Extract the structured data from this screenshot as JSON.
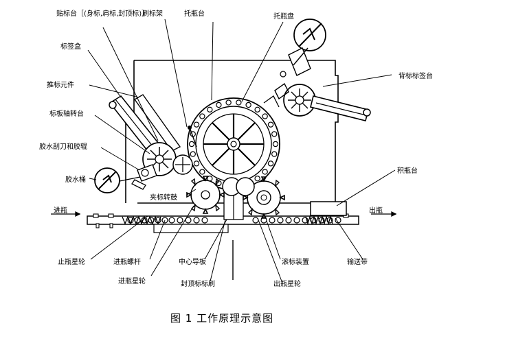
{
  "labels": {
    "tie_biao_tai": "贴标台［(身标,肩标,封顶标)］",
    "shua_biao_jia": "刷标架",
    "tuo_ping_tai": "托瓶台",
    "tuo_ping_pan": "托瓶盘",
    "biao_qian_he": "标签盒",
    "tui_biao_yuan_jian": "推标元件",
    "bei_biao_biao_qian_tai": "背标标签台",
    "biao_ban_zhou_zhuan_tai": "标板轴转台",
    "jiao_shui_bai_dao_he_jiao_gun": "胶水刮刀和胶辊",
    "jiao_shui_tong": "胶水桶",
    "jia_biao_zhuan_gu": "夹标转鼓",
    "jin_ping": "进瓶",
    "chu_ping": "出瓶",
    "ji_ping_tai": "积瓶台",
    "zhi_ping_xing_lun": "止瓶星轮",
    "jin_ping_luo_gan": "进瓶螺杆",
    "zhong_xin_dao_ban": "中心导板",
    "gun_biao_zhuang_zhi": "滚标装置",
    "shu_song_dai": "输送带",
    "jin_ping_xing_lun": "进瓶星轮",
    "feng_ding_biao_biao_shua": "封顶标标刷",
    "chu_ping_xing_lun": "出瓶星轮"
  },
  "caption": "图 1    工作原理示意图"
}
